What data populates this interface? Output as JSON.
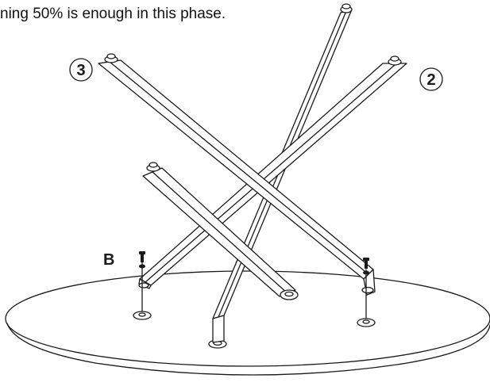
{
  "instruction_text": "ning 50% is enough in this phase.",
  "callouts": {
    "leg_3": "3",
    "leg_2": "2"
  },
  "labels": {
    "screw_group": "B"
  },
  "colors": {
    "line": "#1a1a1a",
    "tabletop_fill": "#ffffff",
    "background": "#ffffff"
  },
  "icons": {
    "screw": "screw-icon",
    "washer": "washer-icon",
    "leg_foot": "leveling-foot-icon"
  }
}
